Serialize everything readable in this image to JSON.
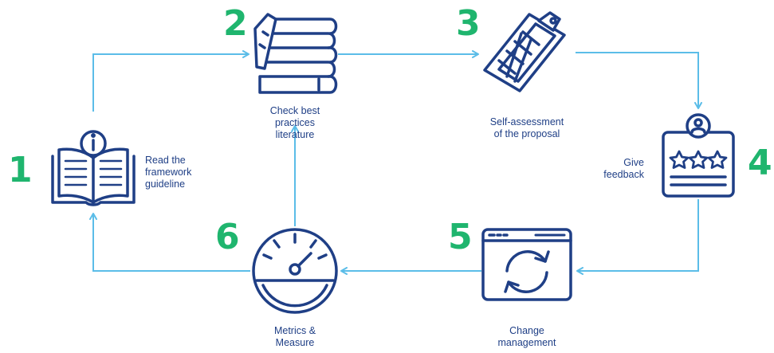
{
  "colors": {
    "icon": "#1f3f86",
    "arrow": "#5bbde8",
    "number": "#1fb56e",
    "text": "#1f3f86"
  },
  "steps": [
    {
      "number": "1",
      "label": "Read the\nframework\nguideline",
      "icon": "open-book-info-icon"
    },
    {
      "number": "2",
      "label": "Check best\npractices\nliterature",
      "icon": "stacked-books-icon"
    },
    {
      "number": "3",
      "label": "Self-assessment\nof the proposal",
      "icon": "clipboard-form-icon"
    },
    {
      "number": "4",
      "label": "Give\nfeedback",
      "icon": "profile-rating-card-icon"
    },
    {
      "number": "5",
      "label": "Change\nmanagement",
      "icon": "browser-refresh-icon"
    },
    {
      "number": "6",
      "label": "Metrics &\nMeasure",
      "icon": "speedometer-gauge-icon"
    }
  ]
}
